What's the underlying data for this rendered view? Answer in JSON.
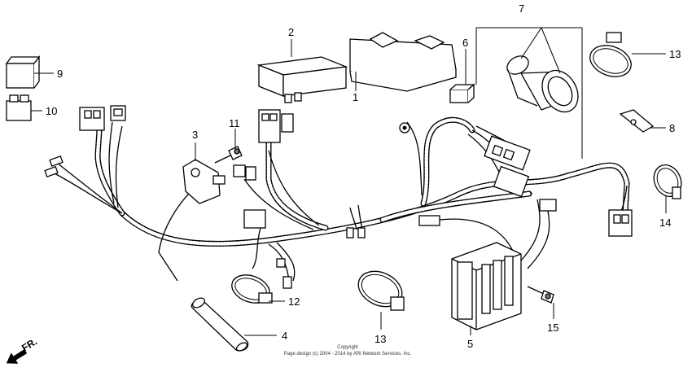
{
  "diagram": {
    "part_numbers": [
      "1",
      "2",
      "3",
      "4",
      "5",
      "6",
      "7",
      "8",
      "9",
      "10",
      "11",
      "12",
      "13",
      "13",
      "14",
      "15"
    ],
    "direction_label": "FR.",
    "copyright_line1": "Copyright",
    "copyright_line2": "Page design (c) 2004 - 2014 by ARI Network Services, Inc."
  }
}
